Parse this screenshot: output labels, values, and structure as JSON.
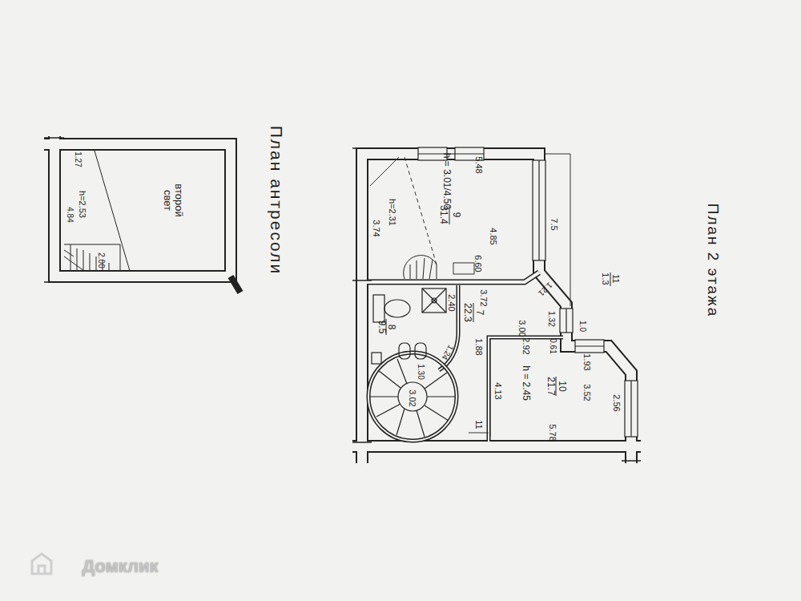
{
  "diagram": {
    "nodes": [
      {
        "text": [
          "второй свет",
          "h=2.53"
        ]
      },
      {
        "text": [
          "9",
          "31.4",
          "h = 3.01/4.50",
          "h=2.31"
        ]
      },
      {
        "text": [
          "7",
          "22.3"
        ]
      },
      {
        "text": [
          "8",
          "9.5"
        ]
      },
      {
        "text": [
          "10",
          "21.7",
          "h = 2.45"
        ]
      },
      {
        "text": [
          "11",
          "1.3"
        ]
      }
    ],
    "labels": [
      "План 2 этажа",
      "План антресоли",
      "1.27",
      "4.84",
      "2.00",
      "5.48",
      "3.74",
      "4.85",
      "7.5",
      "6.60",
      "3.72",
      "1.21",
      "2.40",
      "1.32",
      "1.0",
      "3.00",
      "1.24",
      "1.88",
      "2.92",
      "0.61",
      "1.93",
      "3.52",
      "2.56",
      "1.30",
      "3.02",
      "4.13",
      "11",
      "5.78",
      "Домклик"
    ]
  }
}
